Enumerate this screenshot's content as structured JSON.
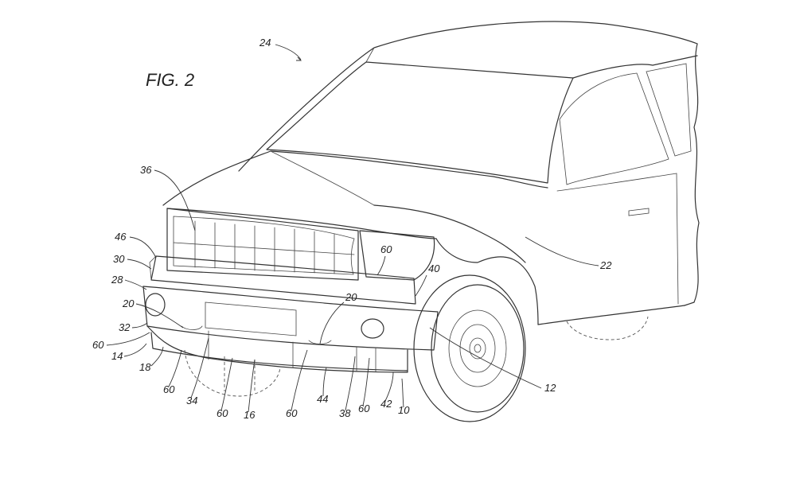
{
  "figure": {
    "title": "FIG. 2",
    "reference_numerals": {
      "r24": "24",
      "r36": "36",
      "r46": "46",
      "r30": "30",
      "r28": "28",
      "r20a": "20",
      "r32": "32",
      "r60a": "60",
      "r14": "14",
      "r18": "18",
      "r60b": "60",
      "r34": "34",
      "r60c": "60",
      "r16": "16",
      "r60d": "60",
      "r44": "44",
      "r38": "38",
      "r60e": "60",
      "r42": "42",
      "r10": "10",
      "r12": "12",
      "r20b": "20",
      "r60f": "60",
      "r40": "40",
      "r22": "22"
    }
  }
}
